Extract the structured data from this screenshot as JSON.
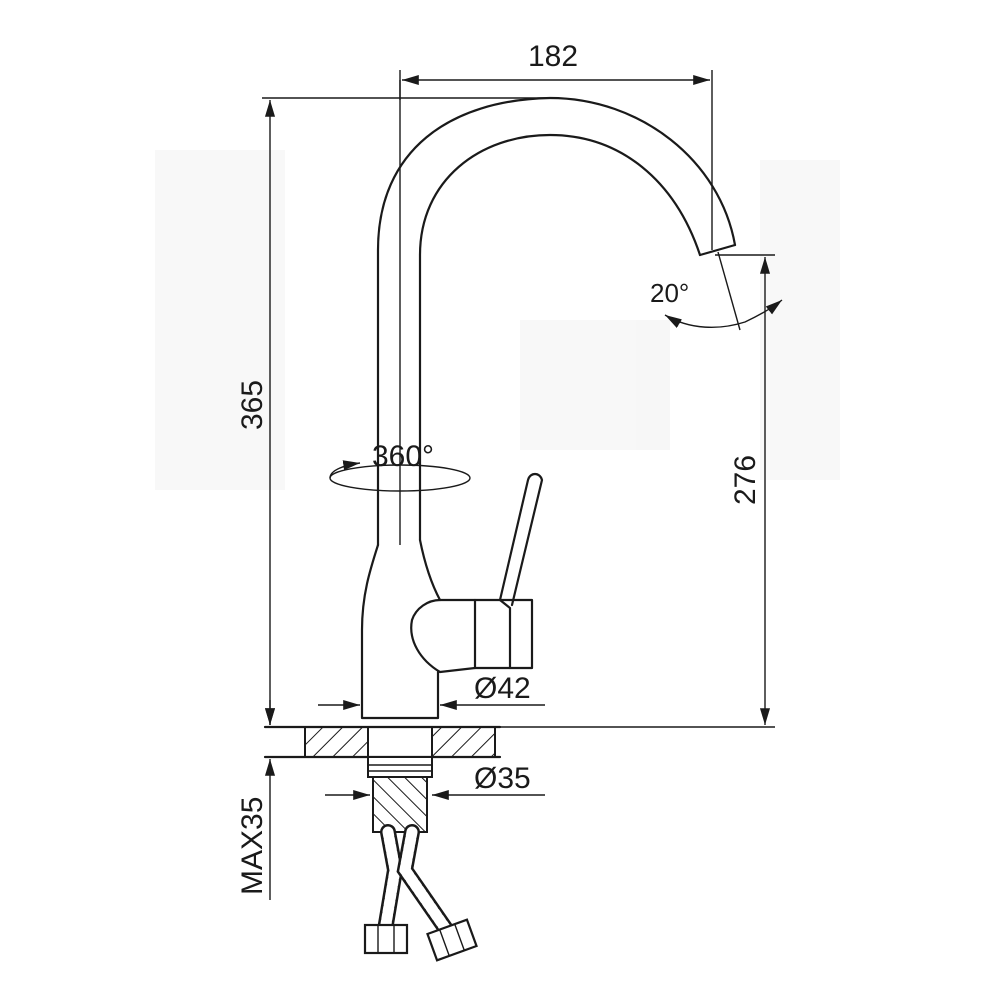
{
  "drawing": {
    "dimensions": {
      "width_top": "182",
      "height_total": "365",
      "spout_height": "276",
      "rotation": "360°",
      "spout_angle": "20°",
      "body_diameter": "Ø42",
      "thread_diameter": "Ø35",
      "max_counter_thickness": "MAX35"
    }
  }
}
